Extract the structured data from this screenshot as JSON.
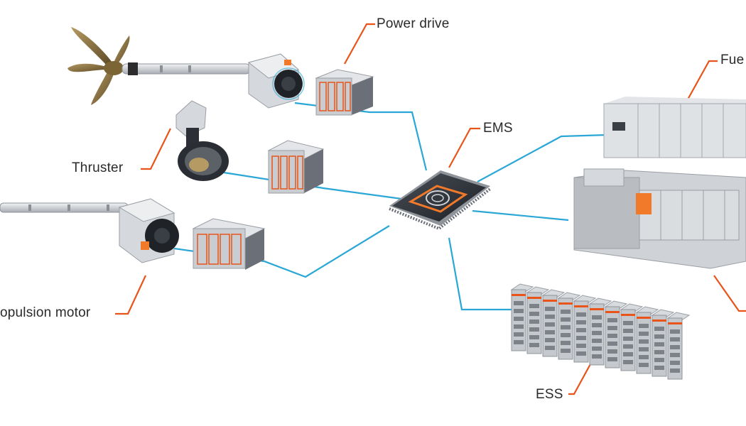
{
  "labels": {
    "power_drive": "Power drive",
    "thruster": "Thruster",
    "ems": "EMS",
    "propulsion_motor": "opulsion motor",
    "fuel": "Fue",
    "ess": "ESS"
  },
  "colors": {
    "connection_line": "#2aa7d6",
    "leader_line": "#e8541a",
    "accent_orange": "#f07a2a",
    "module_gray": "#c9ccd0"
  },
  "icons": [
    "propeller-icon",
    "motor-icon",
    "power-drive-icon",
    "thruster-icon",
    "ems-chip-icon",
    "fuel-cell-icon",
    "engine-icon",
    "battery-pack-icon"
  ]
}
